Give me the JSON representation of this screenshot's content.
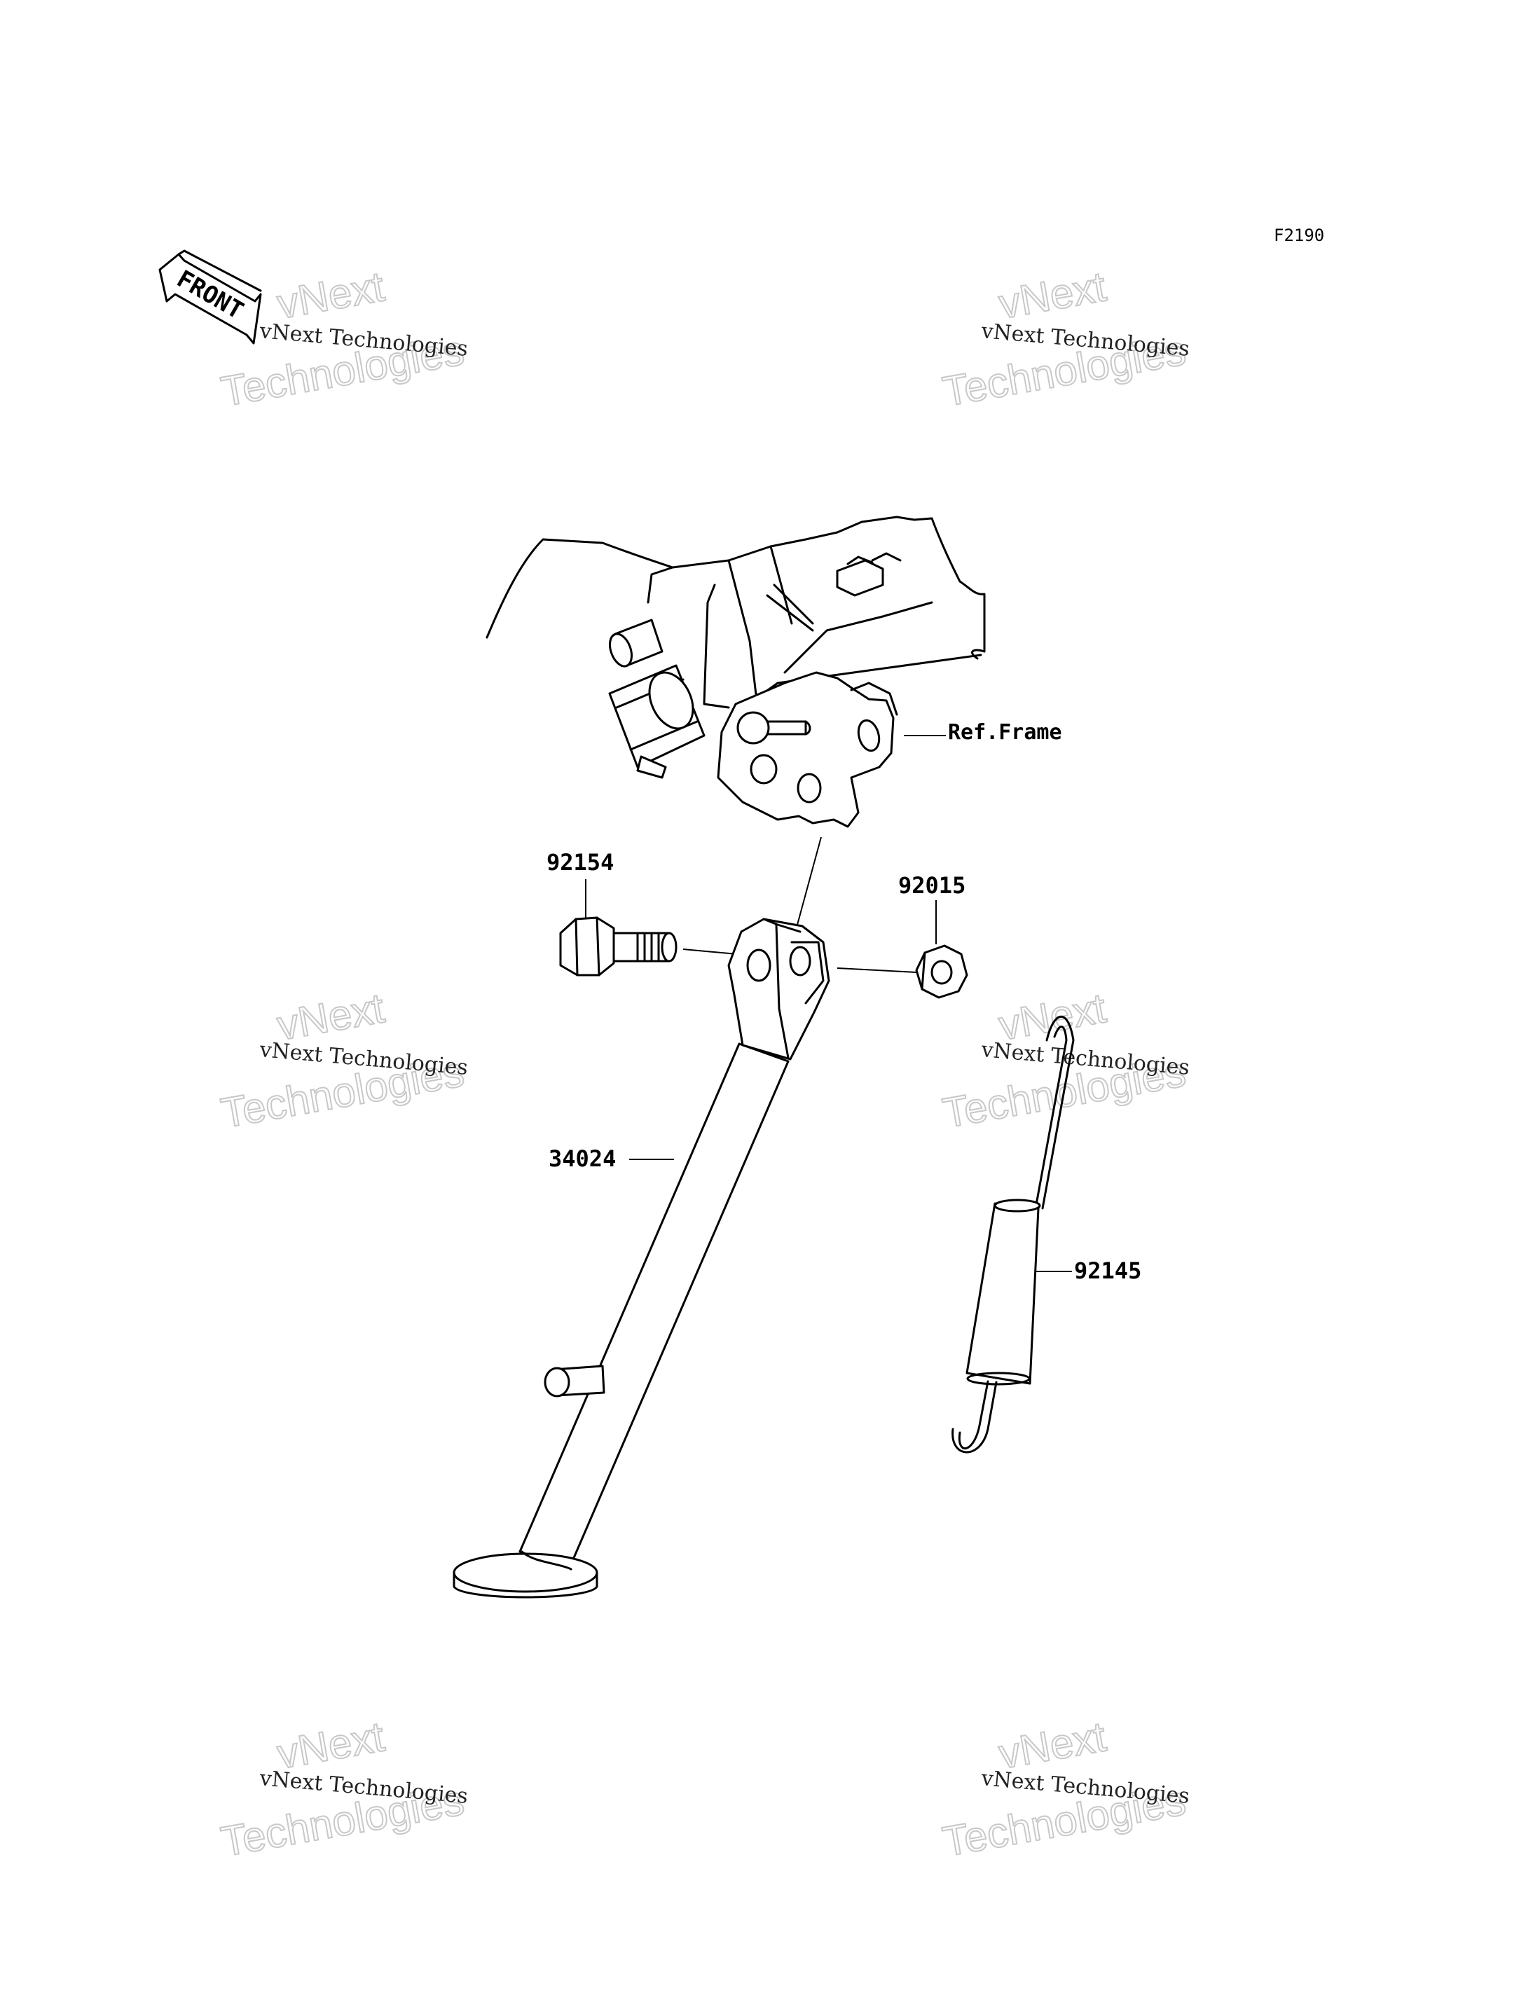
{
  "figure_code": "F2190",
  "front_arrow_text": "FRONT",
  "watermark": {
    "small_text": "vNext Technologies",
    "big_line1": "vNext",
    "big_line2": "Technologies"
  },
  "callouts": {
    "ref_frame": "Ref.Frame",
    "bolt": "92154",
    "nut": "92015",
    "stand": "34024",
    "spring": "92145"
  }
}
